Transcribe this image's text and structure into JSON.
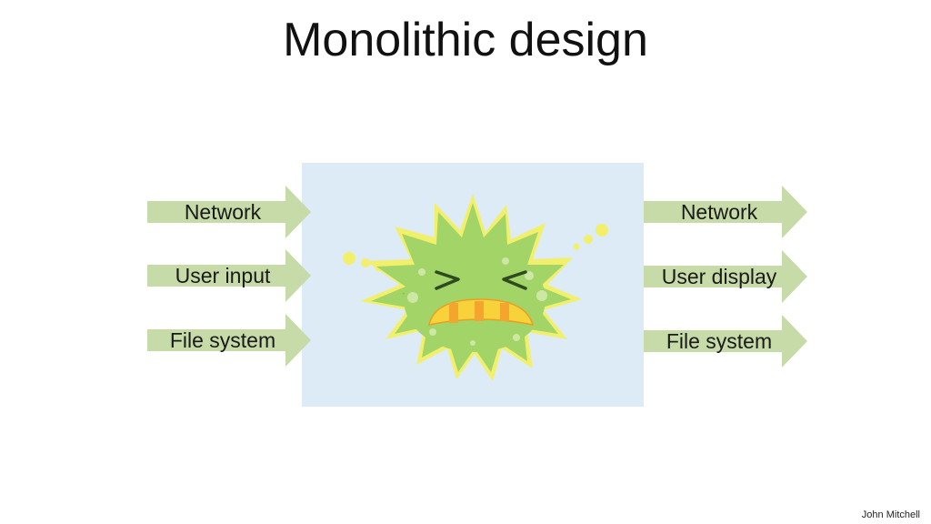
{
  "title": "Monolithic design",
  "inputs": [
    {
      "label": "Network"
    },
    {
      "label": "User input"
    },
    {
      "label": "File system"
    }
  ],
  "outputs": [
    {
      "label": "Network"
    },
    {
      "label": "User display"
    },
    {
      "label": "File system"
    }
  ],
  "footer": "John Mitchell",
  "colors": {
    "arrow_fill": "#c6dba8",
    "box_fill": "#dcebf6",
    "virus_body": "#a3d468",
    "virus_glow": "#f2f06a",
    "virus_teeth_yellow": "#f7d23a",
    "virus_teeth_orange": "#f3a52e"
  },
  "icons": {
    "mascot": "angry-germ-icon"
  }
}
